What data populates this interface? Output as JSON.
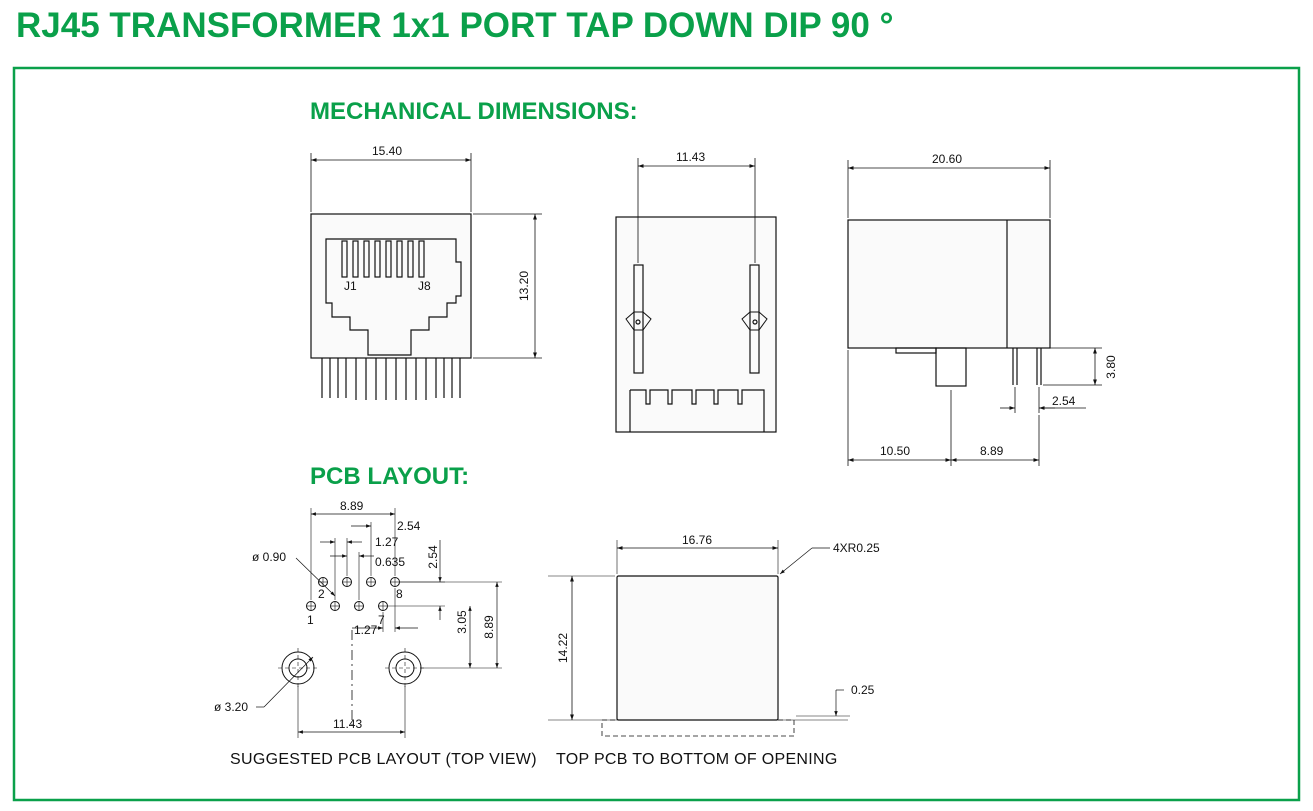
{
  "title": "RJ45 TRANSFORMER 1x1 PORT TAP DOWN DIP 90 °",
  "colors": {
    "accent": "#0aa04a",
    "line": "#111111",
    "body_fill": "#fafafa"
  },
  "sections": {
    "mechanical": "MECHANICAL DIMENSIONS:",
    "pcb": "PCB LAYOUT:"
  },
  "front_view": {
    "width": "15.40",
    "height": "13.20",
    "pin_first": "J1",
    "pin_last": "J8"
  },
  "rear_view": {
    "width": "11.43"
  },
  "side_view": {
    "length": "20.60",
    "pin_length": "3.80",
    "pin_pitch": "2.54",
    "offset_front": "10.50",
    "offset_rear": "8.89"
  },
  "pcb_layout": {
    "pin_span": "8.89",
    "col_pitch": "2.54",
    "row_offset": "1.27",
    "half_offset": "0.635",
    "row_pitch": "2.54",
    "pin_hole": "ø 0.90",
    "pin_2": "2",
    "pin_8": "8",
    "pin_1": "1",
    "pin_7": "7",
    "stagger": "1.27",
    "hole_row_gap": "3.05",
    "total_depth": "8.89",
    "mount_hole": "ø 3.20",
    "mount_span": "11.43",
    "caption": "SUGGESTED  PCB  LAYOUT (TOP VIEW)"
  },
  "opening": {
    "width": "16.76",
    "corner_radius": "4XR0.25",
    "height": "14.22",
    "offset": "0.25",
    "caption": "TOP  PCB  TO  BOTTOM  OF  OPENING"
  }
}
